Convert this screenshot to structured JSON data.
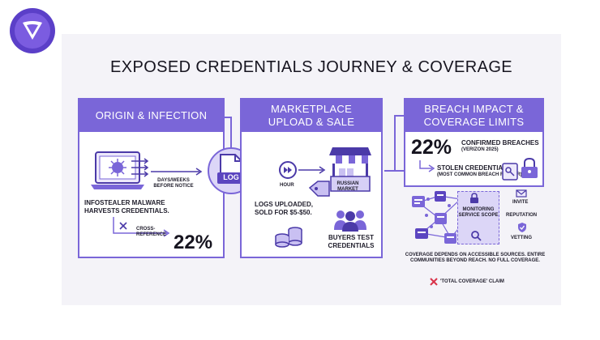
{
  "title": "EXPOSED CREDENTIALS JOURNEY & COVERAGE",
  "colors": {
    "accent": "#7a66d8",
    "logo": "#5b3fc8",
    "danger": "#d9334a"
  },
  "stage1": {
    "header": "ORIGIN & INFECTION",
    "timing": "DAYS/WEEKS BEFORE NOTICE",
    "description": "INFOSTEALER MALWARE HARVESTS CREDENTIALS.",
    "cross_reference": "CROSS-REFERENCE",
    "percent": "22%"
  },
  "log_file": {
    "label": "LOG"
  },
  "stage2": {
    "header": "MARKETPLACE UPLOAD & SALE",
    "hour": "HOUR",
    "market_tag": "RUSSIAN MARKET",
    "uploaded": "LOGS UPLOADED, SOLD FOR $5-$50.",
    "buyers": "BUYERS TEST CREDENTIALS"
  },
  "stage3": {
    "header": "BREACH IMPACT & COVERAGE LIMITS",
    "percent": "22%",
    "confirmed": "CONFIRMED BREACHES",
    "confirmed_source": "(VERIZON 2025)",
    "stolen": "STOLEN CREDENTIALS",
    "stolen_note": "(MOST COMMON BREACH FACTOR)",
    "scope_label": "MONITORING SERVICE SCOPE",
    "invite": "INVITE",
    "reputation": "REPUTATION",
    "vetting": "VETTING",
    "coverage_note": "COVERAGE DEPENDS ON ACCESSIBLE SOURCES. ENTIRE COMMUNITIES BEYOND REACH. NO FULL COVERAGE.",
    "claim": "'TOTAL COVERAGE' CLAIM"
  },
  "icons": [
    "shield-logo-icon",
    "laptop-virus-icon",
    "arrows-icon",
    "log-file-icon",
    "fast-forward-icon",
    "market-stall-icon",
    "price-tag-icon",
    "coins-icon",
    "people-icon",
    "lock-icon",
    "key-icon",
    "search-icon",
    "envelope-icon",
    "shield-check-icon",
    "chat-icon",
    "cross-icon"
  ]
}
